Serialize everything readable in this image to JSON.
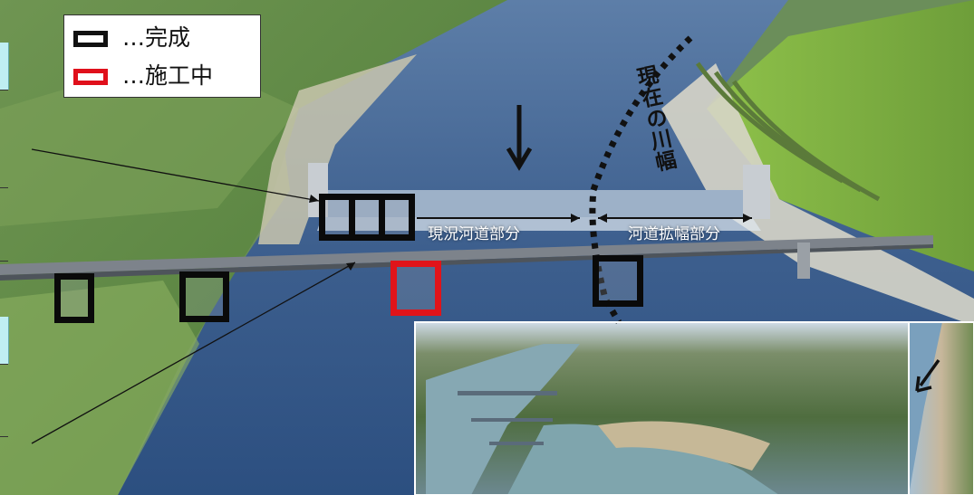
{
  "legend": {
    "completed_label": "…完成",
    "under_construction_label": "…施工中"
  },
  "labels": {
    "existing_channel": "現況河道部分",
    "widening": "河道拡幅部分",
    "current_river_width": "現在の川幅"
  },
  "colors": {
    "completed": "#111111",
    "under_construction": "#e0101b",
    "river": "#3b5f8c",
    "hillside": "#6f9a46",
    "accent_cyan": "#bfeef2"
  }
}
